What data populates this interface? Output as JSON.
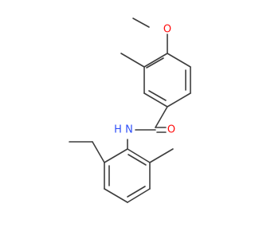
{
  "molecule": {
    "colors": {
      "bond": "#3d3d3d",
      "oxygen": "#ff0d0d",
      "nitrogen": "#3050f8",
      "carbon": "#3d3d3d"
    },
    "atom_labels": {
      "methoxy_oxygen": "O",
      "carbonyl_oxygen": "O",
      "amide_nitrogen": "N",
      "amide_hydrogen": "H"
    }
  }
}
